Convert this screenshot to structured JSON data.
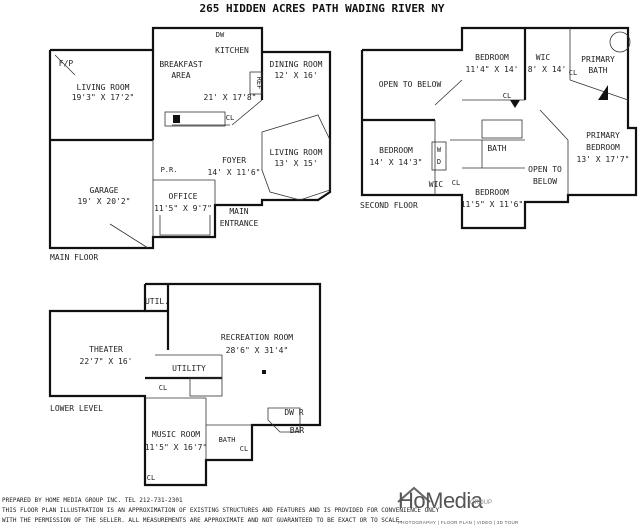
{
  "title": "265 HIDDEN ACRES PATH WADING RIVER NY",
  "floors": {
    "main": "MAIN FLOOR",
    "second": "SECOND FLOOR",
    "lower": "LOWER LEVEL"
  },
  "main_rooms": {
    "fp": "F/P",
    "living1_name": "LIVING ROOM",
    "living1_dim": "19'3\" X 17'2\"",
    "breakfast1": "BREAKFAST",
    "breakfast2": "AREA",
    "dw": "DW",
    "kitchen_name": "KITCHEN",
    "kitchen_dim": "21' X 17'8\"",
    "ref": "REF",
    "dining_name": "DINING ROOM",
    "dining_dim": "12' X 16'",
    "cl": "CL",
    "foyer_name": "FOYER",
    "foyer_dim": "14' X 11'6\"",
    "living2_name": "LIVING ROOM",
    "living2_dim": "13' X 15'",
    "garage_name": "GARAGE",
    "garage_dim": "19' X 20'2\"",
    "pr": "P.R.",
    "office_name": "OFFICE",
    "office_dim": "11'5\" X 9'7\"",
    "main_entrance1": "MAIN",
    "main_entrance2": "ENTRANCE"
  },
  "second_rooms": {
    "open_below1": "OPEN TO BELOW",
    "bed1_name": "BEDROOM",
    "bed1_dim": "11'4\" X 14'",
    "cl1": "CL",
    "wic1_name": "WIC",
    "wic1_dim": "8' X 14'",
    "cl2": "CL",
    "primary_bath1": "PRIMARY",
    "primary_bath2": "BATH",
    "bed2_name": "BEDROOM",
    "bed2_dim": "14' X 14'3\"",
    "w": "W",
    "d": "D",
    "bath": "BATH",
    "wic2": "WIC",
    "cl3": "CL",
    "bed3_name": "BEDROOM",
    "bed3_dim": "11'5\" X 11'6\"",
    "open_below2a": "OPEN TO",
    "open_below2b": "BELOW",
    "primary_bed1": "PRIMARY",
    "primary_bed2": "BEDROOM",
    "primary_bed_dim": "13' X 17'7\""
  },
  "lower_rooms": {
    "util": "UTIL.",
    "theater_name": "THEATER",
    "theater_dim": "22'7\" X 16'",
    "rec_name": "RECREATION ROOM",
    "rec_dim": "28'6\" X 31'4\"",
    "utility": "UTILITY",
    "cl1": "CL",
    "dwr": "DW R",
    "bar": "BAR",
    "music_name": "MUSIC ROOM",
    "music_dim": "11'5\" X 16'7\"",
    "bath": "BATH",
    "cl2": "CL",
    "cl3": "CL"
  },
  "footer": {
    "line1": "PREPARED BY HOME MEDIA GROUP INC. TEL 212-731-2301",
    "line2": "THIS FLOOR PLAN ILLUSTRATION IS AN APPROXIMATION OF EXISTING STRUCTURES AND FEATURES AND IS PROVIDED FOR CONVENIENCE ONLY",
    "line3": "WITH THE PERMISSION OF THE SELLER. ALL MEASUREMENTS ARE APPROXIMATE AND NOT GUARANTEED TO BE EXACT OR TO SCALE."
  },
  "logo": {
    "name": "HoMedia",
    "sub": "GROUP",
    "tagline": "PHOTOGRAPHY | FLOOR PLAN | VIDEO | 3D TOUR"
  }
}
